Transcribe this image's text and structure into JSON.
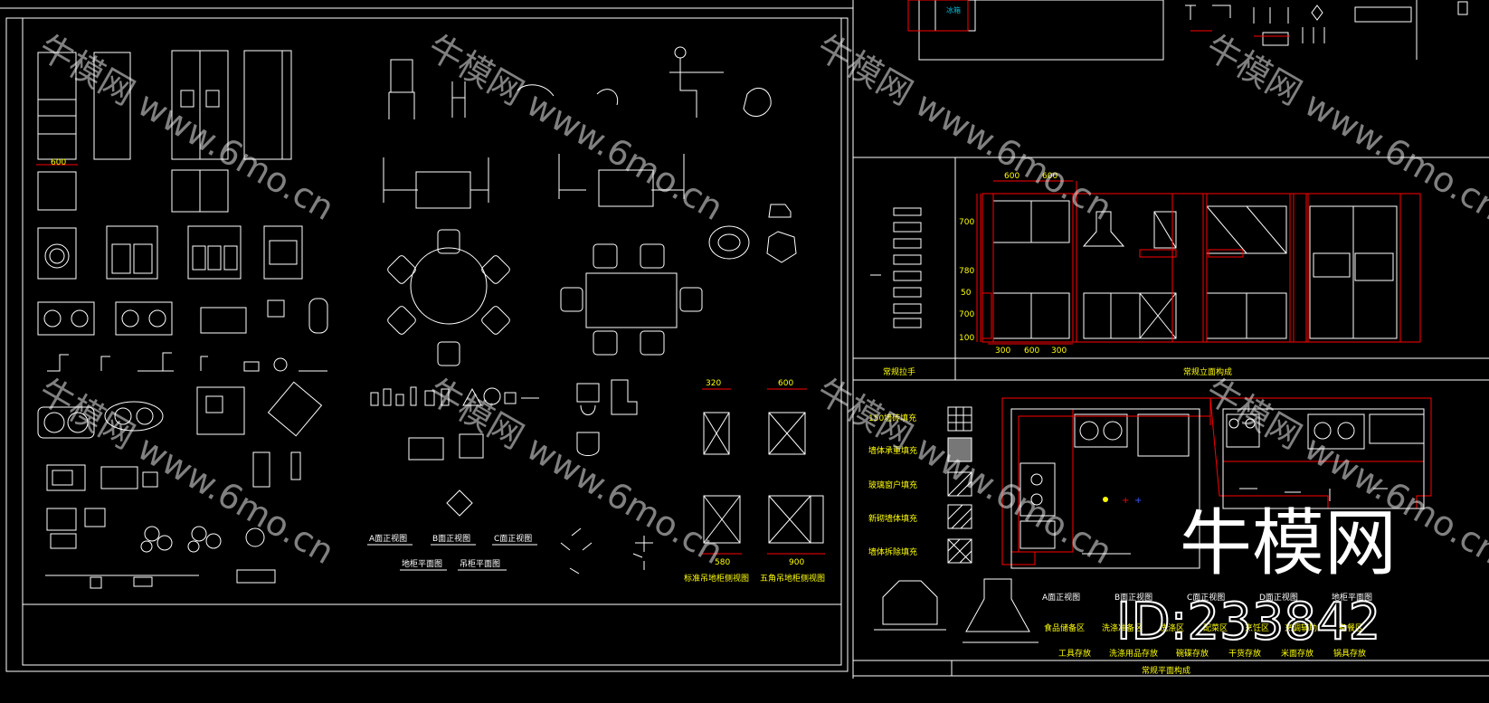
{
  "colors": {
    "background": "#000000",
    "line": "#ffffff",
    "accent": "#ff0000",
    "dimension": "#ffff00",
    "note": "#ffff00"
  },
  "left_panel": {
    "dims": {
      "fridge_width": "600",
      "cabinet_320": "320",
      "cabinet_600": "600",
      "cabinet_580": "580",
      "cabinet_900": "900"
    },
    "view_labels": [
      "A面正视图",
      "B面正视图",
      "C面正视图"
    ],
    "plan_labels": [
      "地柜平面图",
      "吊柜平面图"
    ],
    "cabinet_captions": [
      "标准吊地柜侧视图",
      "五角吊地柜侧视图"
    ]
  },
  "right_panel": {
    "top_label": "冰箱",
    "handle_caption": "常规拉手",
    "elevation_caption": "常规立面构成",
    "plan_caption": "常规平面构成",
    "top_dims": [
      "600",
      "600"
    ],
    "bottom_dims": [
      "300",
      "600",
      "300"
    ],
    "side_dims": [
      "700",
      "780",
      "50",
      "700",
      "100"
    ],
    "fills": [
      "150墙砖填充",
      "墙体承重填充",
      "玻璃窗户填充",
      "新砌墙体填充",
      "墙体拆除填充"
    ],
    "plan_views": [
      "A面正视图",
      "B面正视图",
      "C面正视图",
      "D面正视图",
      "地柜平面图"
    ],
    "zones_row1": [
      "食品储备区",
      "洗涤准备区",
      "洗涤区",
      "配菜区",
      "烹饪区",
      "烹调辅助",
      "备餐区"
    ],
    "zones_row2": [
      "工具存放",
      "洗涤用品存放",
      "碗碟存放",
      "干货存放",
      "米面存放",
      "锅具存放"
    ]
  },
  "watermark": {
    "text": "牛模网 www.6mo.cn",
    "brand": "牛模网",
    "id": "ID:233842"
  }
}
